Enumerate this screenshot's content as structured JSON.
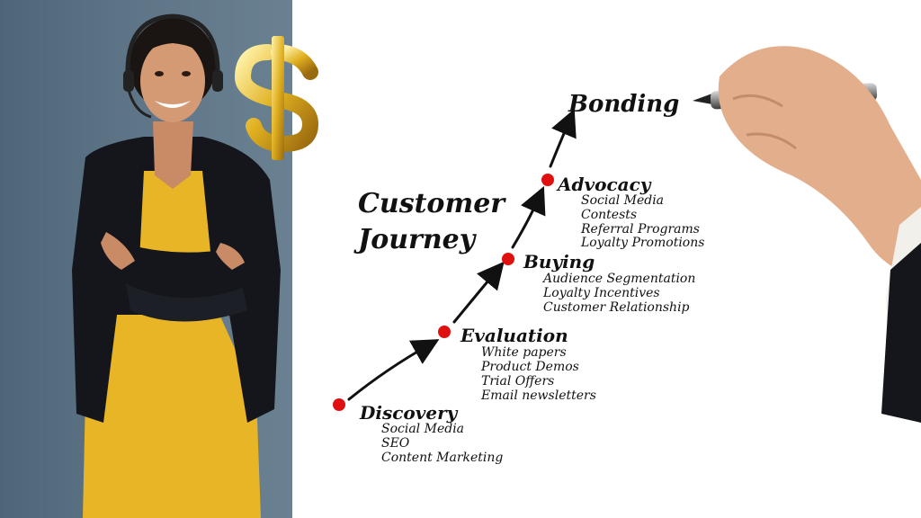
{
  "title": {
    "line1": "Customer",
    "line2": "Journey"
  },
  "goal": "Bonding",
  "stages": [
    {
      "name": "Discovery",
      "items": [
        "Social Media",
        "SEO",
        "Content Marketing"
      ]
    },
    {
      "name": "Evaluation",
      "items": [
        "White papers",
        "Product Demos",
        "Trial Offers",
        "Email newsletters"
      ]
    },
    {
      "name": "Buying",
      "items": [
        "Audience Segmentation",
        "Loyalty Incentives",
        "Customer Relationship"
      ]
    },
    {
      "name": "Advocacy",
      "items": [
        "Social Media",
        "Contests",
        "Referral Programs",
        "Loyalty Promotions"
      ]
    }
  ],
  "colors": {
    "dot": "#e01010",
    "ink": "#111111",
    "dollar": "#e0b020",
    "photo_bg": "#5e7587",
    "blouse": "#e8b526",
    "blazer": "#14161c"
  },
  "icons": {
    "dollar": "dollar-sign-icon",
    "pen": "pen-icon"
  }
}
